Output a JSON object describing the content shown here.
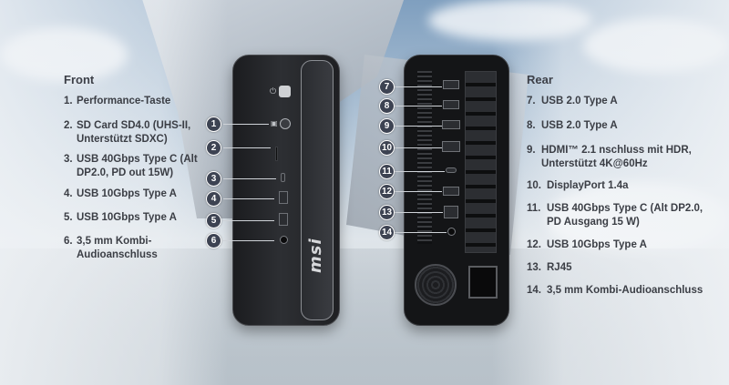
{
  "colors": {
    "badge": "#3d4352",
    "text": "#3b3e45"
  },
  "front": {
    "heading": "Front",
    "items": [
      {
        "num": "1.",
        "label": "Performance-Taste"
      },
      {
        "num": "2.",
        "label": "SD Card SD4.0 (UHS-II, Unterstützt SDXC)"
      },
      {
        "num": "3.",
        "label": "USB 40Gbps Type C (Alt DP2.0, PD out 15W)"
      },
      {
        "num": "4.",
        "label": "USB 10Gbps Type A"
      },
      {
        "num": "5.",
        "label": "USB 10Gbps Type A"
      },
      {
        "num": "6.",
        "label": "3,5 mm Kombi-Audioanschluss"
      }
    ],
    "badges": [
      "1",
      "2",
      "3",
      "4",
      "5",
      "6"
    ]
  },
  "rear": {
    "heading": "Rear",
    "items": [
      {
        "num": "7.",
        "label": "USB 2.0 Type A"
      },
      {
        "num": "8.",
        "label": "USB 2.0 Type A"
      },
      {
        "num": "9.",
        "label": "HDMI™ 2.1 nschluss mit HDR, Unterstützt 4K@60Hz"
      },
      {
        "num": "10.",
        "label": "DisplayPort 1.4a"
      },
      {
        "num": "11.",
        "label": "USB 40Gbps Type C (Alt DP2.0, PD Ausgang 15 W)"
      },
      {
        "num": "12.",
        "label": "USB 10Gbps Type A"
      },
      {
        "num": "13.",
        "label": "RJ45"
      },
      {
        "num": "14.",
        "label": "3,5 mm Kombi-Audioanschluss"
      }
    ],
    "badges": [
      "7",
      "8",
      "9",
      "10",
      "11",
      "12",
      "13",
      "14"
    ]
  },
  "device": {
    "logo": "msi"
  },
  "icons": [
    "power-button-icon",
    "performance-button-icon",
    "fan-icon",
    "power-socket-icon"
  ]
}
